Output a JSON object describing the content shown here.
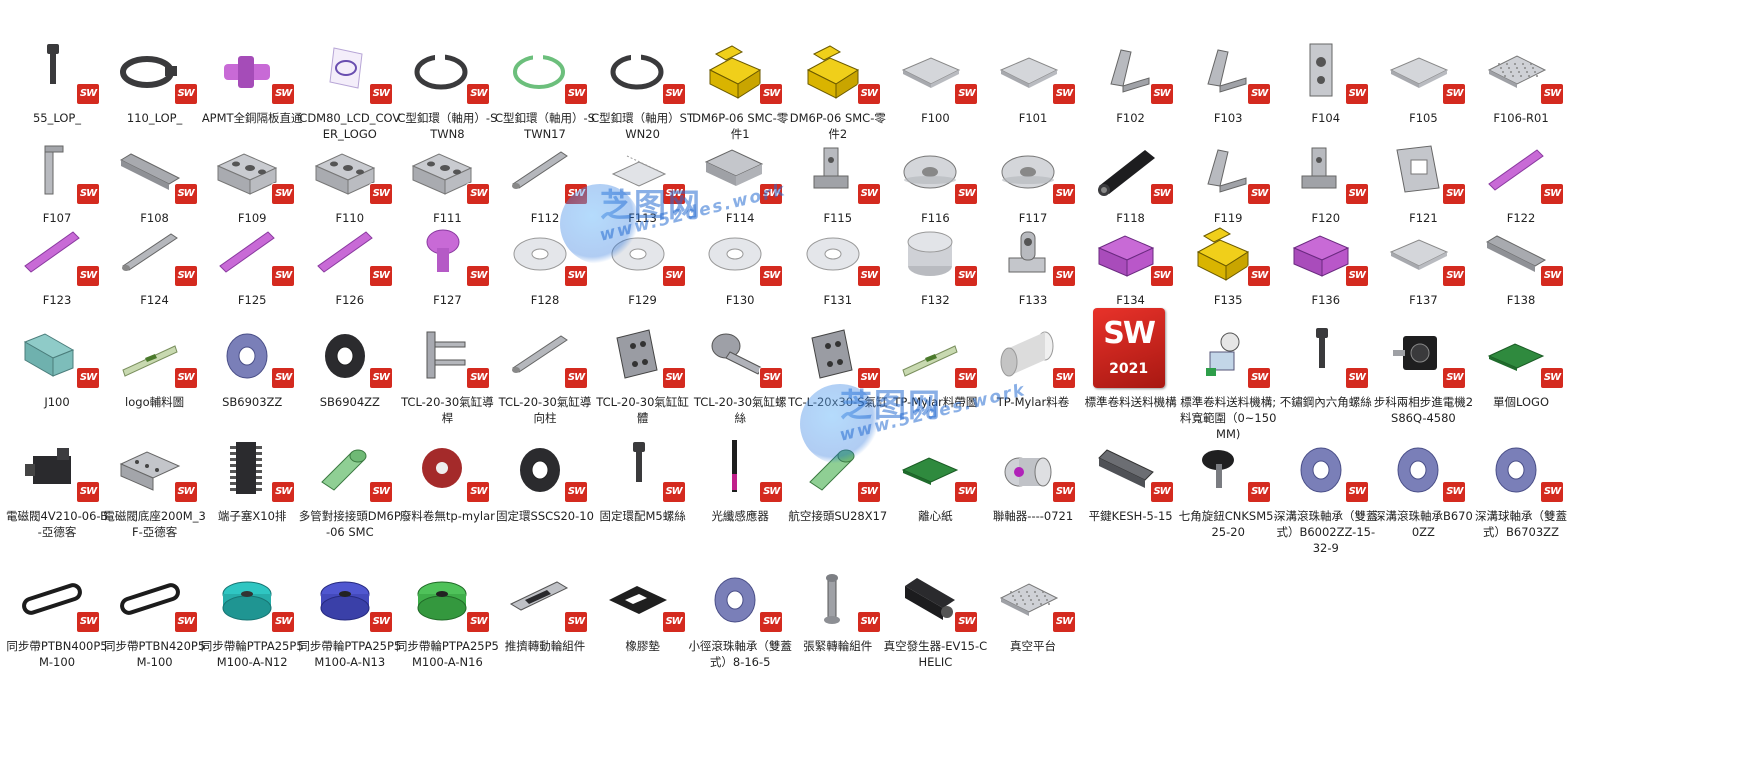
{
  "badge_text": "SW",
  "app_icon": {
    "text": "SW",
    "year": "2021"
  },
  "watermark": {
    "cn": "芝图网",
    "url": "www.52des.work"
  },
  "colors": {
    "sw_red": "#d42a1f",
    "steel": "#8c8f96",
    "yellow": "#f0cf1a",
    "purple": "#c86ad6",
    "dark": "#3a3a3c",
    "bearing": "#7a7fb8"
  },
  "rows": [
    [
      {
        "label": "55_LOP_",
        "icon": "screw-icon"
      },
      {
        "label": "110_LOP_",
        "icon": "ring-tag-icon"
      },
      {
        "label": "APMT全銅隔板直通",
        "icon": "fitting-icon"
      },
      {
        "label": "CDM80_LCD_COVER_LOGO",
        "icon": "logo-cover-icon"
      },
      {
        "label": "C型釦環（軸用）-STWN8",
        "icon": "c-ring-icon"
      },
      {
        "label": "C型釦環（軸用）-STWN17",
        "icon": "c-ring-green-icon"
      },
      {
        "label": "C型釦環（軸用）STWN20",
        "icon": "c-ring-icon"
      },
      {
        "label": "DM6P-06 SMC-零件1",
        "icon": "yellow-block-icon"
      },
      {
        "label": "DM6P-06 SMC-零件2",
        "icon": "yellow-block-icon"
      },
      {
        "label": "F100",
        "icon": "plate-icon"
      },
      {
        "label": "F101",
        "icon": "plate-icon"
      },
      {
        "label": "F102",
        "icon": "bracket-icon"
      },
      {
        "label": "F103",
        "icon": "bracket-icon"
      },
      {
        "label": "F104",
        "icon": "upright-plate-icon"
      },
      {
        "label": "F105",
        "icon": "plate-icon"
      },
      {
        "label": "F106-R01",
        "icon": "perforated-plate-icon"
      }
    ],
    [
      {
        "label": "F107",
        "icon": "angle-icon"
      },
      {
        "label": "F108",
        "icon": "bar-icon"
      },
      {
        "label": "F109",
        "icon": "block-holes-icon"
      },
      {
        "label": "F110",
        "icon": "block-holes-icon"
      },
      {
        "label": "F111",
        "icon": "block-holes-icon"
      },
      {
        "label": "F112",
        "icon": "shaft-icon"
      },
      {
        "label": "F113",
        "icon": "sheet-icon"
      },
      {
        "label": "F114",
        "icon": "channel-icon"
      },
      {
        "label": "F115",
        "icon": "small-bracket-icon"
      },
      {
        "label": "F116",
        "icon": "disc-icon"
      },
      {
        "label": "F117",
        "icon": "disc-icon"
      },
      {
        "label": "F118",
        "icon": "roller-icon"
      },
      {
        "label": "F119",
        "icon": "bracket-icon"
      },
      {
        "label": "F120",
        "icon": "small-bracket-icon"
      },
      {
        "label": "F121",
        "icon": "frame-plate-icon"
      },
      {
        "label": "F122",
        "icon": "purple-rod-icon"
      }
    ],
    [
      {
        "label": "F123",
        "icon": "purple-rod-icon"
      },
      {
        "label": "F124",
        "icon": "shaft-icon"
      },
      {
        "label": "F125",
        "icon": "purple-rod-icon"
      },
      {
        "label": "F126",
        "icon": "purple-rod-icon"
      },
      {
        "label": "F127",
        "icon": "purple-knob-icon"
      },
      {
        "label": "F128",
        "icon": "washer-icon"
      },
      {
        "label": "F129",
        "icon": "washer-icon"
      },
      {
        "label": "F130",
        "icon": "washer-icon"
      },
      {
        "label": "F131",
        "icon": "washer-icon"
      },
      {
        "label": "F132",
        "icon": "cylinder-icon"
      },
      {
        "label": "F133",
        "icon": "clevis-icon"
      },
      {
        "label": "F134",
        "icon": "purple-block-icon"
      },
      {
        "label": "F135",
        "icon": "yellow-block-icon"
      },
      {
        "label": "F136",
        "icon": "purple-block-icon"
      },
      {
        "label": "F137",
        "icon": "plate-icon"
      },
      {
        "label": "F138",
        "icon": "bar-icon"
      }
    ],
    [
      {
        "label": "J100",
        "icon": "teal-block-icon"
      },
      {
        "label": "logo輔料圖",
        "icon": "logo-strip-icon"
      },
      {
        "label": "SB6903ZZ",
        "icon": "bearing-icon"
      },
      {
        "label": "SB6904ZZ",
        "icon": "bearing-dark-icon"
      },
      {
        "label": "TCL-20-30氣缸導桿",
        "icon": "guide-rod-icon"
      },
      {
        "label": "TCL-20-30氣缸導向柱",
        "icon": "shaft-icon"
      },
      {
        "label": "TCL-20-30氣缸缸體",
        "icon": "cylinder-body-icon"
      },
      {
        "label": "TCL-20-30氣缸螺絲",
        "icon": "bolt-icon"
      },
      {
        "label": "TC-L-20x30-S氣缸",
        "icon": "cylinder-body-icon"
      },
      {
        "label": "TP-Mylar料帶圖",
        "icon": "logo-strip-icon"
      },
      {
        "label": "TP-Mylar料卷",
        "icon": "tube-icon"
      },
      {
        "label": "標準卷料送料機構",
        "icon": "sw-app-icon"
      },
      {
        "label": "標準卷料送料機構;料寬範圍（0~150MM)",
        "icon": "feeder-icon"
      },
      {
        "label": "不鏽鋼內六角螺絲",
        "icon": "screw-icon"
      },
      {
        "label": "步科兩相步進電機2S86Q-4580",
        "icon": "motor-icon"
      },
      {
        "label": "單個LOGO",
        "icon": "green-board-icon"
      }
    ],
    [
      {
        "label": "電磁閥4V210-06-B-亞德客",
        "icon": "valve-icon"
      },
      {
        "label": "電磁閥底座200M_3F-亞德客",
        "icon": "manifold-icon"
      },
      {
        "label": "端子塞X10排",
        "icon": "terminal-icon"
      },
      {
        "label": "多管對接接頭DM6P-06 SMC",
        "icon": "green-fitting-icon"
      },
      {
        "label": "廢料卷無tp-mylar",
        "icon": "red-roll-icon"
      },
      {
        "label": "固定環SSCS20-10",
        "icon": "bearing-dark-icon"
      },
      {
        "label": "固定環配M5螺絲",
        "icon": "screw-icon"
      },
      {
        "label": "光纖感應器",
        "icon": "sensor-icon"
      },
      {
        "label": "航空接頭SU28X17",
        "icon": "green-fitting-icon"
      },
      {
        "label": "離心紙",
        "icon": "green-board-icon"
      },
      {
        "label": "聯軸器----0721",
        "icon": "coupling-icon"
      },
      {
        "label": "平鍵KESH-5-15",
        "icon": "key-icon"
      },
      {
        "label": "七角旋鈕CNKSM5-25-20",
        "icon": "knob-icon"
      },
      {
        "label": "深溝滾珠軸承（雙蓋式）B6002ZZ-15-32-9",
        "icon": "bearing-icon"
      },
      {
        "label": "深溝滾珠軸承B6700ZZ",
        "icon": "bearing-icon"
      },
      {
        "label": "深溝球軸承（雙蓋式）B6703ZZ",
        "icon": "bearing-icon"
      }
    ],
    [
      {
        "label": "同步帶PTBN400P5M-100",
        "icon": "belt-icon"
      },
      {
        "label": "同步帶PTBN420P5M-100",
        "icon": "belt-icon"
      },
      {
        "label": "同步帶輪PTPA25P5M100-A-N12",
        "icon": "pulley-teal-icon"
      },
      {
        "label": "同步帶輪PTPA25P5M100-A-N13",
        "icon": "pulley-blue-icon"
      },
      {
        "label": "同步帶輪PTPA25P5M100-A-N16",
        "icon": "pulley-green-icon"
      },
      {
        "label": "推擠轉動輪組件",
        "icon": "pusher-icon"
      },
      {
        "label": "橡膠墊",
        "icon": "pad-icon"
      },
      {
        "label": "小徑滾珠軸承（雙蓋式）8-16-5",
        "icon": "bearing-icon"
      },
      {
        "label": "張緊轉輪組件",
        "icon": "tensioner-icon"
      },
      {
        "label": "真空發生器-EV15-CHELIC",
        "icon": "vacuum-gen-icon"
      },
      {
        "label": "真空平台",
        "icon": "perforated-plate-icon"
      }
    ]
  ]
}
